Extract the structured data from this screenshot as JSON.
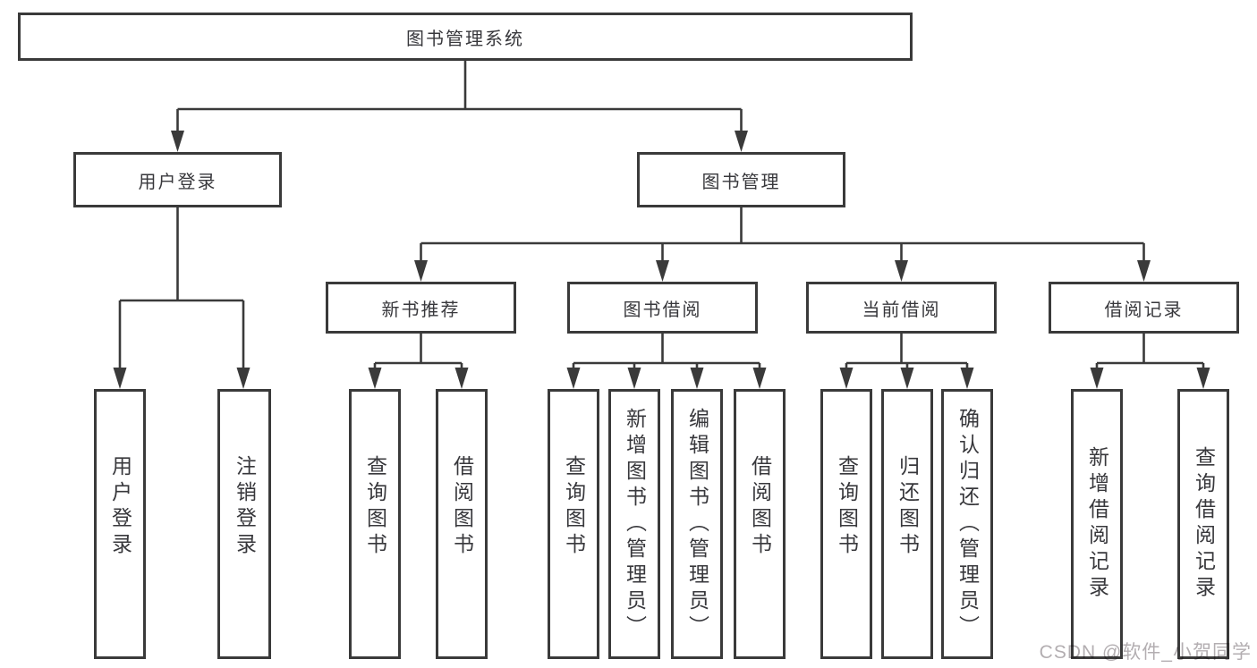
{
  "diagram": {
    "type": "tree",
    "root": {
      "label": "图书管理系统"
    },
    "branches": [
      {
        "label": "用户登录",
        "children": [
          {
            "label": "用户登录"
          },
          {
            "label": "注销登录"
          }
        ]
      },
      {
        "label": "图书管理",
        "children": [
          {
            "label": "新书推荐",
            "children": [
              {
                "label": "查询图书"
              },
              {
                "label": "借阅图书"
              }
            ]
          },
          {
            "label": "图书借阅",
            "children": [
              {
                "label": "查询图书"
              },
              {
                "label": "新增图书（管理员）"
              },
              {
                "label": "编辑图书（管理员）"
              },
              {
                "label": "借阅图书"
              }
            ]
          },
          {
            "label": "当前借阅",
            "children": [
              {
                "label": "查询图书"
              },
              {
                "label": "归还图书"
              },
              {
                "label": "确认归还（管理员）"
              }
            ]
          },
          {
            "label": "借阅记录",
            "children": [
              {
                "label": "新增借阅记录"
              },
              {
                "label": "查询借阅记录"
              }
            ]
          }
        ]
      }
    ]
  },
  "watermark": {
    "text": "CSDN @软件_小贺同学"
  },
  "colors": {
    "line": "#3a3a3a",
    "text": "#38383c",
    "watermark": "#b3aeb1"
  }
}
